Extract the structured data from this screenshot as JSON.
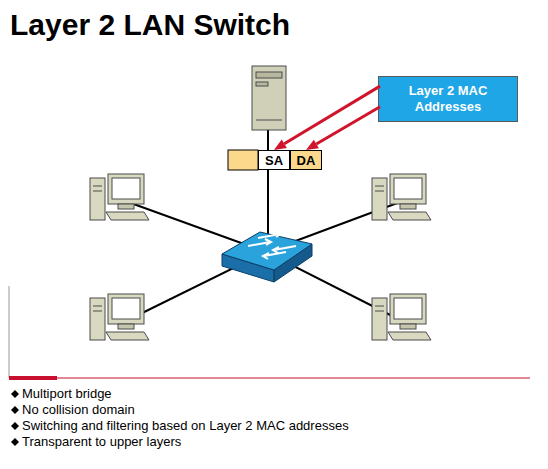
{
  "diagram": {
    "title": "Layer 2 LAN Switch",
    "nodes": [
      {
        "text": [
          "Layer 2 MAC Addresses"
        ]
      },
      {
        "text": [
          "SA"
        ]
      },
      {
        "text": [
          "DA"
        ]
      }
    ],
    "edges": [
      {
        "from": 0,
        "to": 1,
        "arrow": "to"
      },
      {
        "from": 0,
        "to": 2,
        "arrow": "to"
      }
    ],
    "labels": [
      "Multiport bridge",
      "No collision domain",
      "Switching and filtering based on Layer 2 MAC addresses",
      "Transparent to upper layers"
    ]
  }
}
